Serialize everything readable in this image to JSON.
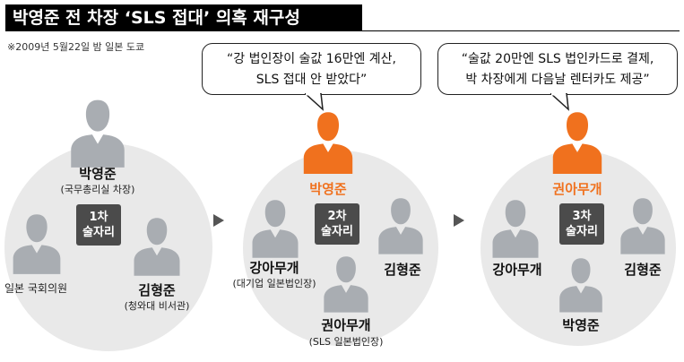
{
  "title": "박영준 전 차장 ‘SLS 접대’ 의혹 재구성",
  "subtitle": "※2009년 5월22일 밤 일본 도쿄",
  "colors": {
    "highlight": "#f0711e",
    "person_gray": "#a9adb2",
    "badge_bg": "#4b4b4b",
    "circle_bg": "#e9e9e9"
  },
  "rounds": [
    {
      "badge_line1": "1차",
      "badge_line2": "술자리",
      "people": [
        {
          "name": "박영준",
          "role": "(국무총리실 차장)"
        },
        {
          "name": "",
          "role": "일본 국회의원"
        },
        {
          "name": "김형준",
          "role": "(청와대 비서관)"
        }
      ]
    },
    {
      "badge_line1": "2차",
      "badge_line2": "술자리",
      "quote_line1": "“강 법인장이 술값 16만엔 계산,",
      "quote_line2": "SLS 접대 안 받았다”",
      "people": [
        {
          "name": "박영준",
          "role": ""
        },
        {
          "name": "강아무개",
          "role": "(대기업 일본법인장)"
        },
        {
          "name": "김형준",
          "role": ""
        },
        {
          "name": "권아무개",
          "role": "(SLS 일본법인장)"
        }
      ]
    },
    {
      "badge_line1": "3차",
      "badge_line2": "술자리",
      "quote_line1": "“술값 20만엔 SLS 법인카드로 결제,",
      "quote_line2": "박 차장에게 다음날 렌터카도 제공”",
      "people": [
        {
          "name": "권아무개",
          "role": ""
        },
        {
          "name": "강아무개",
          "role": ""
        },
        {
          "name": "김형준",
          "role": ""
        },
        {
          "name": "박영준",
          "role": ""
        }
      ]
    }
  ]
}
